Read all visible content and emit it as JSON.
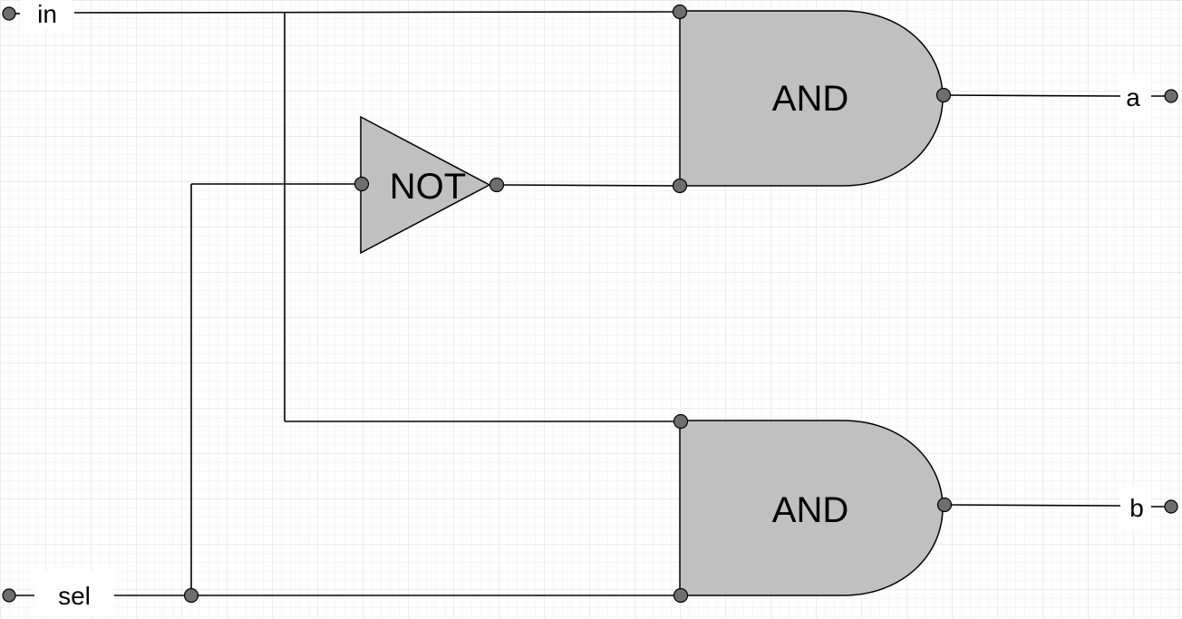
{
  "ports": {
    "in": "in",
    "sel": "sel",
    "a": "a",
    "b": "b"
  },
  "gates": {
    "not": "NOT",
    "and_top": "AND",
    "and_bottom": "AND"
  },
  "colors": {
    "gate_fill": "#c0c0c0",
    "pin_fill": "#6e6e6e",
    "wire": "#000000",
    "grid": "#ececec"
  }
}
